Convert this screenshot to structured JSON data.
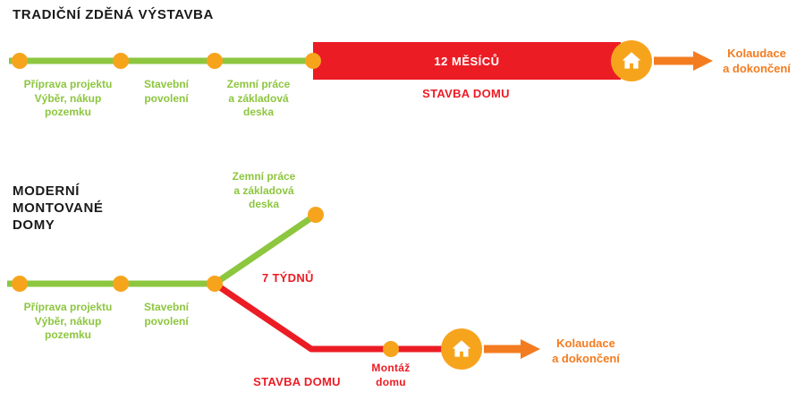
{
  "colors": {
    "green": "#8DC63F",
    "dot_orange": "#F7A41D",
    "red": "#EC1C24",
    "orange": "#F47C20",
    "title_black": "#1A1A1A",
    "white": "#FFFFFF"
  },
  "top_timeline": {
    "title": "TRADIČNÍ ZDĚNÁ VÝSTAVBA",
    "milestones": [
      "Příprava projektu\nVýběr, nákup\npozemku",
      "Stavební\npovolení",
      "Zemní práce\na základová\ndeska"
    ],
    "duration_label": "12 MĚSÍCŮ",
    "phase_label": "STAVBA DOMU",
    "end_label": "Kolaudace\na dokončení"
  },
  "bottom_timeline": {
    "title": "MODERNÍ\nMONTOVANÉ\nDOMY",
    "milestones": [
      "Příprava projektu\nVýběr, nákup\npozemku",
      "Stavební\npovolení",
      "Zemní práce\na základová\ndeska"
    ],
    "duration_label": "7 TÝDNŮ",
    "phase_label": "STAVBA DOMU",
    "montage_label": "Montáž\ndomu",
    "end_label": "Kolaudace\na dokončení"
  }
}
